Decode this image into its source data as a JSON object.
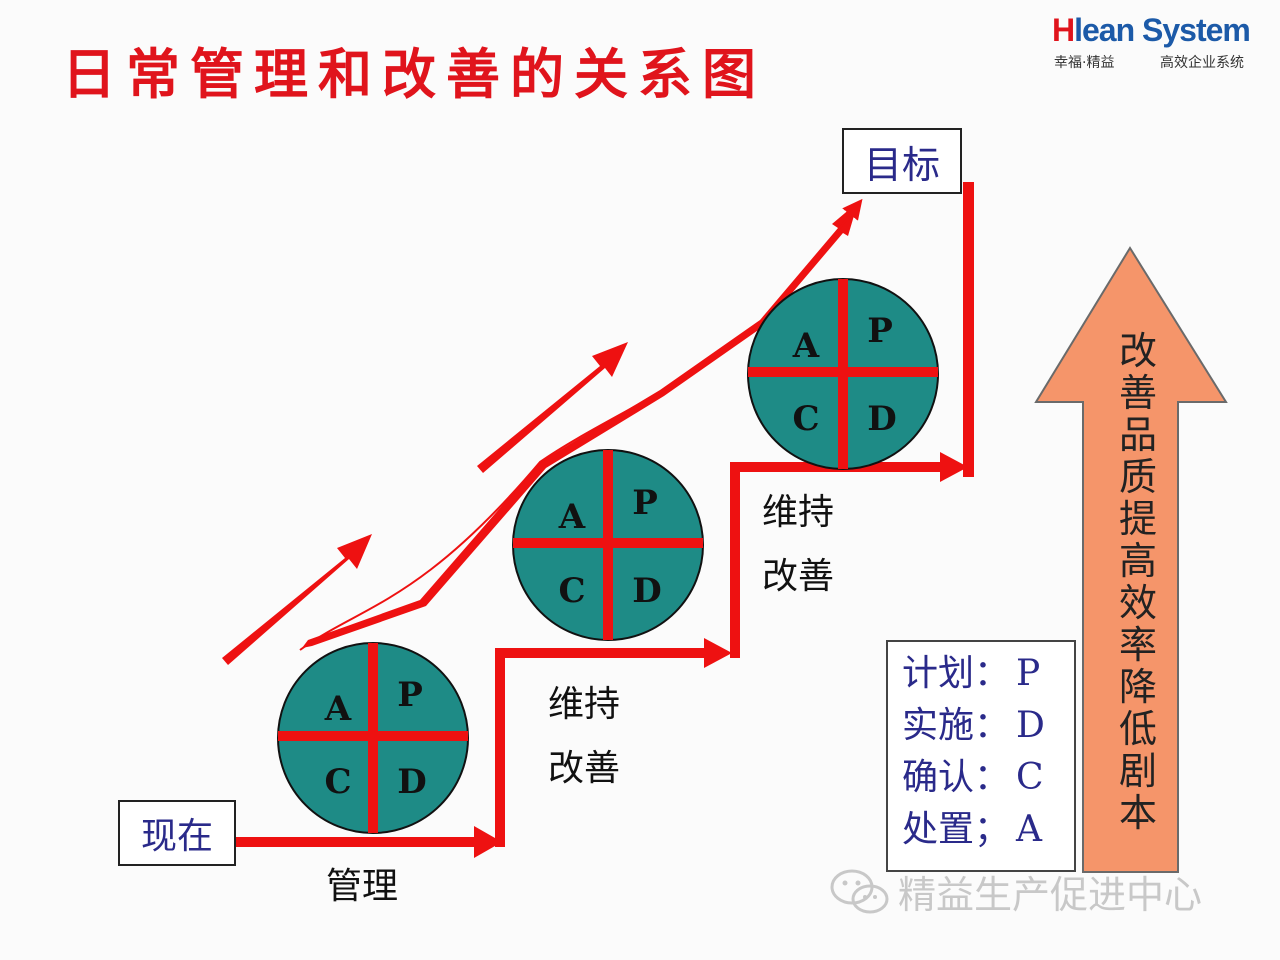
{
  "title": "日常管理和改善的关系图",
  "logo": {
    "brand_h": "H",
    "brand_rest": "lean System",
    "slogan_left": "幸福·精益",
    "slogan_right": "高效企业系统"
  },
  "start_box": "现在",
  "goal_box": "目标",
  "labels": {
    "management": "管理",
    "maintain_improve": [
      "维持",
      "改善"
    ]
  },
  "pdca_letters": {
    "plan": "P",
    "do": "D",
    "check": "C",
    "act": "A"
  },
  "legend": [
    {
      "label": "计划：",
      "code": "P"
    },
    {
      "label": "实施：",
      "code": "D"
    },
    {
      "label": "确认：",
      "code": "C"
    },
    {
      "label": "处置；",
      "code": "A"
    }
  ],
  "big_arrow_text": [
    "改",
    "善",
    "品",
    "质",
    "提",
    "高",
    "效",
    "率",
    "降",
    "低",
    "剧",
    "本"
  ],
  "watermark": "精益生产促进中心",
  "colors": {
    "title": "#e0141c",
    "arrow_red": "#ee1111",
    "circle_fill": "#1e8b86",
    "big_arrow": "#f5956a",
    "box_text": "#2a2a8a"
  }
}
